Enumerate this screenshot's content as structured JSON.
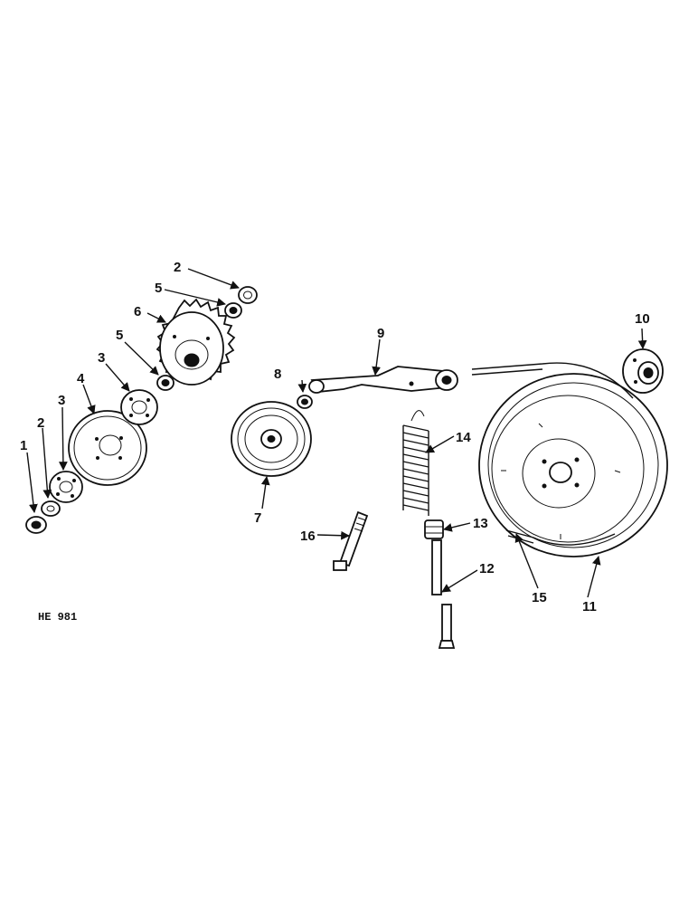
{
  "figure_ref": "HE 981",
  "callouts": {
    "c1": "1",
    "c2a": "2",
    "c2b": "2",
    "c3a": "3",
    "c3b": "3",
    "c4": "4",
    "c5a": "5",
    "c5b": "5",
    "c6": "6",
    "c7": "7",
    "c8": "8",
    "c9": "9",
    "c10": "10",
    "c11": "11",
    "c12": "12",
    "c13": "13",
    "c14": "14",
    "c15": "15",
    "c16": "16"
  }
}
